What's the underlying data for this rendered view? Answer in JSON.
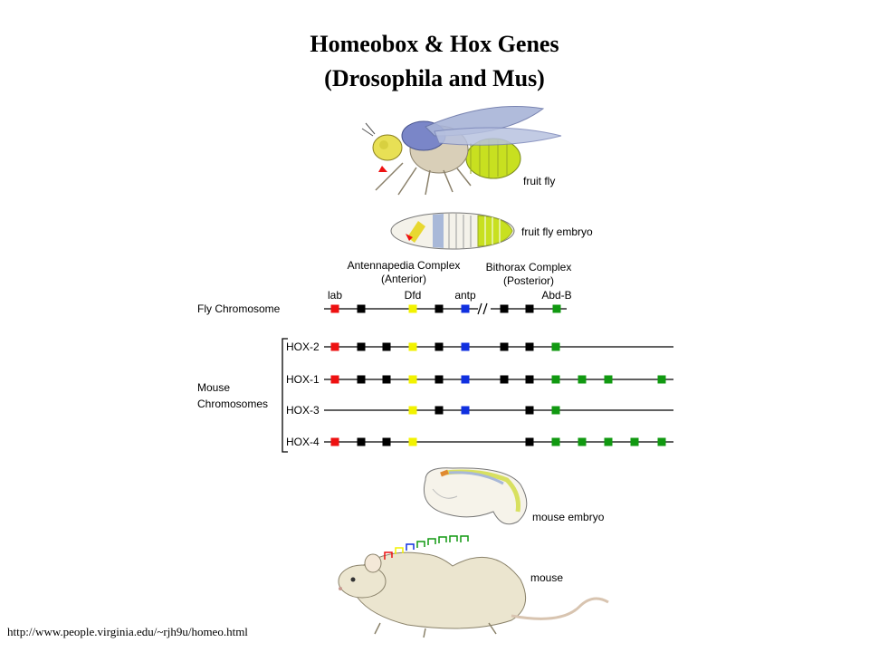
{
  "title_line1": "Homeobox & Hox  Genes",
  "title_line2": "(Drosophila and Mus)",
  "footer_url": "http://www.people.virginia.edu/~rjh9u/homeo.html",
  "figure": {
    "fruit_fly_label": "fruit fly",
    "fruit_fly_embryo_label": "fruit fly embryo",
    "antennapedia_label_1": "Antennapedia Complex",
    "antennapedia_label_2": "(Anterior)",
    "bithorax_label_1": "Bithorax Complex",
    "bithorax_label_2": "(Posterior)",
    "gene_labels": {
      "lab": "lab",
      "dfd": "Dfd",
      "antp": "antp",
      "abdb": "Abd-B"
    },
    "fly_chromosome_label": "Fly Chromosome",
    "mouse_chromosomes_label_1": "Mouse",
    "mouse_chromosomes_label_2": "Chromosomes",
    "mouse_embryo_label": "mouse embryo",
    "mouse_label": "mouse",
    "colors": {
      "red": "#ee1111",
      "black": "#000000",
      "yellow": "#f2f200",
      "blue": "#1030e0",
      "green": "#119911"
    },
    "fly_genes": [
      "red",
      "black",
      "yellow",
      "black",
      "blue",
      "black",
      "black",
      "green"
    ],
    "hox_rows": [
      {
        "label": "HOX-2",
        "genes": [
          "red",
          "black",
          "black",
          "yellow",
          "black",
          "blue",
          "black",
          "black",
          "green"
        ]
      },
      {
        "label": "HOX-1",
        "genes": [
          "red",
          "black",
          "black",
          "yellow",
          "black",
          "blue",
          "black",
          "black",
          "green",
          "green",
          "green",
          "green"
        ]
      },
      {
        "label": "HOX-3",
        "genes": [
          "yellow",
          "black",
          "blue",
          "black",
          "green"
        ]
      },
      {
        "label": "HOX-4",
        "genes": [
          "red",
          "black",
          "black",
          "yellow",
          "black",
          "green",
          "green",
          "green",
          "green",
          "green"
        ]
      }
    ]
  }
}
